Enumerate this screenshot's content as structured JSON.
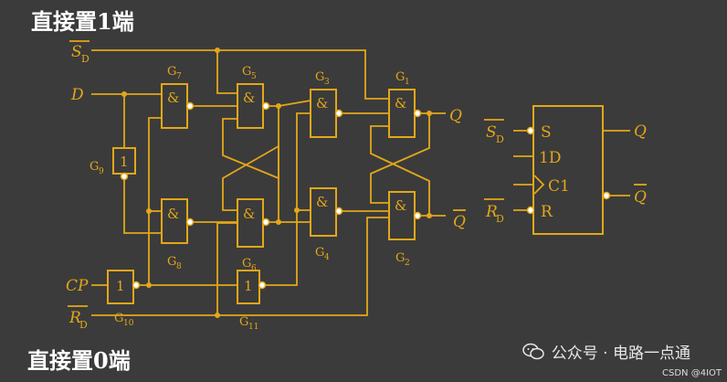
{
  "titles": {
    "top": "直接置1端",
    "bottom": "直接置0端"
  },
  "signals": {
    "sd": "S",
    "sd_sub": "D",
    "d": "D",
    "cp": "CP",
    "rd": "R",
    "rd_sub": "D",
    "q": "Q",
    "qbar": "Q"
  },
  "gates": {
    "g1": {
      "name": "G",
      "sub": "1",
      "symbol": "&"
    },
    "g2": {
      "name": "G",
      "sub": "2",
      "symbol": "&"
    },
    "g3": {
      "name": "G",
      "sub": "3",
      "symbol": "&"
    },
    "g4": {
      "name": "G",
      "sub": "4",
      "symbol": "&"
    },
    "g5": {
      "name": "G",
      "sub": "5",
      "symbol": "&"
    },
    "g6": {
      "name": "G",
      "sub": "6",
      "symbol": "&"
    },
    "g7": {
      "name": "G",
      "sub": "7",
      "symbol": "&"
    },
    "g8": {
      "name": "G",
      "sub": "8",
      "symbol": "&"
    },
    "g9": {
      "name": "G",
      "sub": "9",
      "symbol": "1"
    },
    "g10": {
      "name": "G",
      "sub": "10",
      "symbol": "1"
    },
    "g11": {
      "name": "G",
      "sub": "11",
      "symbol": "1"
    }
  },
  "symbol_block": {
    "pin_s": "S",
    "pin_1d": "1D",
    "pin_c1": "C1",
    "pin_r": "R",
    "in_sd": "S",
    "in_sd_sub": "D",
    "in_rd": "R",
    "in_rd_sub": "D",
    "out_q": "Q",
    "out_qbar": "Q"
  },
  "watermark": {
    "text": "公众号 · 电路一点通",
    "csdn": "CSDN @4IOT"
  },
  "colors": {
    "line": "#e3a718",
    "background": "#3b3b3b",
    "title": "#ffffff"
  }
}
